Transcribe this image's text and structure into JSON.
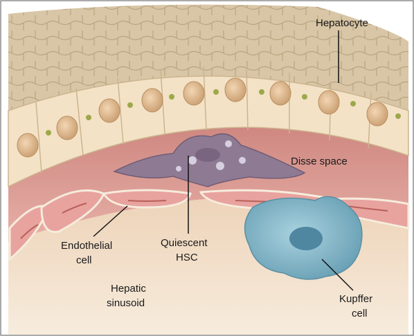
{
  "labels": {
    "hepatocyte": "Hepatocyte",
    "disse_space": "Disse space",
    "endothelial_1": "Endothelial",
    "endothelial_2": "cell",
    "quiescent_1": "Quiescent",
    "quiescent_2": "HSC",
    "sinusoid_1": "Hepatic",
    "sinusoid_2": "sinusoid",
    "kupffer_1": "Kupffer",
    "kupffer_2": "cell"
  },
  "colors": {
    "hepatocyte_fill": "#f3e2c6",
    "hepatocyte_surface": "#d9c7a8",
    "nucleus": "#d9b58c",
    "disse_space": "#d89a94",
    "endothelial": "#e8a39f",
    "stellate_cell": "#8f7a94",
    "kupffer_cell": "#7fb2c4",
    "sinusoid_lumen": "#f4e6d2"
  }
}
